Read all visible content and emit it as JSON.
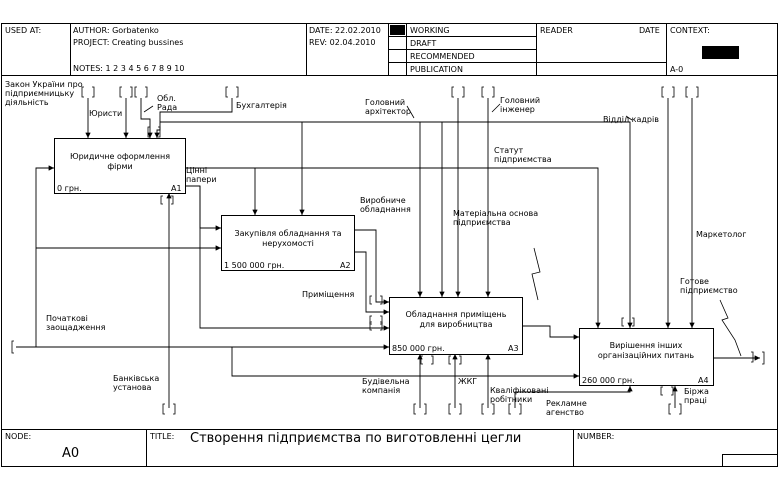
{
  "header": {
    "used_at_label": "USED AT:",
    "author": "AUTHOR: Gorbatenko",
    "project": "PROJECT: Creating bussines",
    "notes": "NOTES: 1 2 3 4 5 6 7 8 9 10",
    "date": "DATE: 22.02.2010",
    "rev": "REV: 02.04.2010",
    "status": [
      "WORKING",
      "DRAFT",
      "RECOMMENDED",
      "PUBLICATION"
    ],
    "reader": "READER",
    "reader_date": "DATE",
    "context": "CONTEXT:",
    "context_node": "A-0"
  },
  "boxes": [
    {
      "id": "A1",
      "title": "Юридичне оформлення фірми",
      "cost": "0 грн.",
      "num": "A1"
    },
    {
      "id": "A2",
      "title": "Закупівля обладнання та нерухомості",
      "cost": "1 500 000 грн.",
      "num": "A2"
    },
    {
      "id": "A3",
      "title": "Обладнання приміщень для виробництва",
      "cost": "850 000 грн.",
      "num": "A3"
    },
    {
      "id": "A4",
      "title": "Вирішення інших організаційних питань",
      "cost": "260 000 грн.",
      "num": "A4"
    }
  ],
  "arrows": {
    "law": "Закон України про підприємницьку діяльність",
    "lawyers": "Юристи",
    "oblrada": "Обл. Рада",
    "accounting": "Бухгалтерія",
    "chief_architect": "Головний архітектор",
    "chief_engineer": "Головний інженер",
    "hr": "Відділ кадрів",
    "statute": "Статут підприємства",
    "securities": "Цінні папери",
    "production_equipment": "Виробниче обладнання",
    "material_base": "Матеріальна основа підприємства",
    "marketer": "Маркетолог",
    "finished_enterprise": "Готове підприємство",
    "premises": "Приміщення",
    "initial_savings": "Початкові заощадження",
    "banking": "Банківська установа",
    "construction": "Будівельна компанія",
    "housing": "ЖКГ",
    "qualified_workers": "Кваліфіковані робітники",
    "recruiting": "Рекламне агенство",
    "labor_exchange": "Біржа праці"
  },
  "footer": {
    "node_label": "NODE:",
    "node_value": "A0",
    "title_label": "TITLE:",
    "title_value": "Створення підприємства по виготовленні цегли",
    "number_label": "NUMBER:"
  }
}
